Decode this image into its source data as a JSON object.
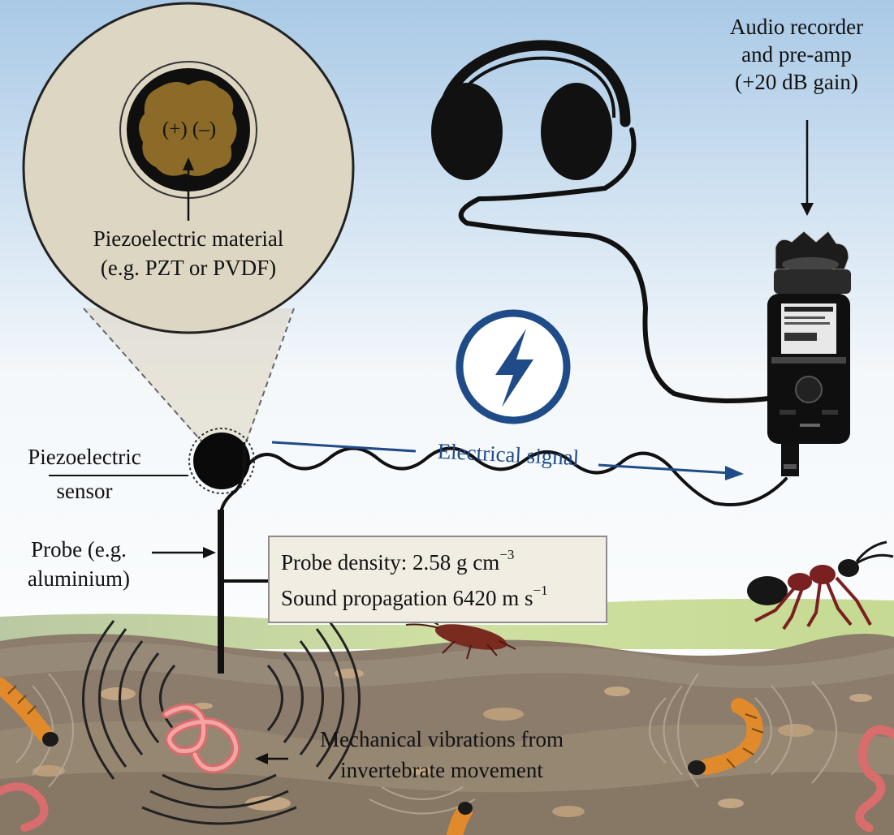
{
  "colors": {
    "sky_top": "#a9c9e6",
    "sky_bottom": "#ffffff",
    "soil": "#8b7c6b",
    "grass": "#c6d99a",
    "circle_fill": "#ddd6c3",
    "piezo_material": "#8c6a28",
    "signal_blue": "#1f4c89",
    "worm": "#f08a8a",
    "larva": "#e08a2c"
  },
  "icons": [
    "headphones-icon",
    "lightning-bolt-icon",
    "audio-recorder-icon",
    "ant-icon",
    "cockroach-icon",
    "worm-icon",
    "larva-icon"
  ],
  "labels": {
    "recorder": [
      "Audio recorder",
      "and pre-amp",
      "(+20 dB gain)"
    ],
    "piezo_material": [
      "Piezoelectric material",
      "(e.g. PZT or PVDF)"
    ],
    "polarity_positive": "(+)",
    "polarity_negative": "(–)",
    "sensor": [
      "Piezoelectric",
      "sensor"
    ],
    "probe": [
      "Probe (e.g.",
      "aluminium)"
    ],
    "electrical_signal": "Electrical signal",
    "vibrations": [
      "Mechanical vibrations from",
      "invertebrate movement"
    ]
  },
  "probe_info": {
    "density_text": "Probe density: 2.58 g cm",
    "density_exp": "−3",
    "sound_text": "Sound propagation 6420 m s",
    "sound_exp": "−1"
  }
}
